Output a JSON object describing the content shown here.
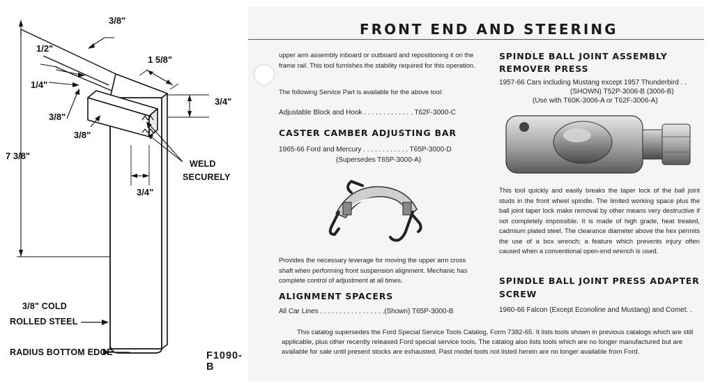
{
  "drawing": {
    "dims": {
      "top_width": "3/8\"",
      "half_inch": "1/2\"",
      "quarter_inch": "1/4\"",
      "three_eighths_a": "3/8\"",
      "three_eighths_b": "3/8\"",
      "block_width": "1 5/8\"",
      "block_height": "3/4\"",
      "bar_offset": "3/4\"",
      "overall_length": "7 3/8\""
    },
    "callouts": {
      "weld_line1": "WELD",
      "weld_line2": "SECURELY",
      "material_line1": "3/8\" COLD",
      "material_line2": "ROLLED STEEL",
      "radius": "RADIUS BOTTOM EDGE"
    },
    "figure_number": "F1090-B"
  },
  "page": {
    "title": "FRONT END AND STEERING",
    "left_column": {
      "intro_paragraph": "upper arm assembly inboard or outboard and repositioning it on the frame rail. This tool furnishes the stability required for this operation.",
      "service_part_note": "The following Service Part is available for the above tool:",
      "adjustable_block": "Adjustable Block and Hook . . . . . . . . . . . . . T62F-3000-C",
      "caster_heading": "CASTER CAMBER ADJUSTING BAR",
      "caster_entry": "1965-66 Ford and Mercury . . . . . . . . . . . . T65P-3000-D",
      "caster_supersedes": "(Supersedes T65P-3000-A)",
      "caster_paragraph": "Provides the necessary leverage for moving the upper arm cross shaft when performing front suspension alignment. Mechanic has complete control of adjustment at all times.",
      "spacers_heading": "ALIGNMENT SPACERS",
      "spacers_entry": "All Car Lines . . . . . . . . . . . . . . . . .(Shown)   T65P-3000-B"
    },
    "right_column": {
      "press_heading_line1": "SPINDLE BALL JOINT ASSEMBLY",
      "press_heading_line2": "REMOVER PRESS",
      "press_entry_line1": "1957-66 Cars including Mustang except 1957 Thunderbird . .",
      "press_entry_line2": "(SHOWN) T52P-3006-B (3006-B)",
      "press_entry_line3": "(Use with T60K-3006-A or T62F-3006-A)",
      "press_paragraph": "This tool quickly and easily breaks the taper lock of the ball joint studs in the front wheel spindle. The limited working space plus the ball joint taper lock make removal by other means very destructive if not completely impossible. It is made of high grade, heat treated, cadmium plated steel. The clearance diameter above the hex permits the use of a box wrench; a feature which prevents injury often caused when a conventional open-end wrench is used.",
      "adapter_heading_line1": "SPINDLE BALL JOINT PRESS ADAPTER",
      "adapter_heading_line2": "SCREW",
      "adapter_entry": "1960-66 Falcon (Except Econoline and Mustang) and Comet. ."
    },
    "footer": "This catalog supersedes the Ford Special Service Tools Catalog, Form 7382-65. It lists tools shown in previous catalogs which are still applicable, plus other recently released Ford special service tools. The catalog also lists tools which are no longer manufactured but are available for sale until present stocks are exhausted. Past model tools not listed herein are no longer available from Ford."
  }
}
